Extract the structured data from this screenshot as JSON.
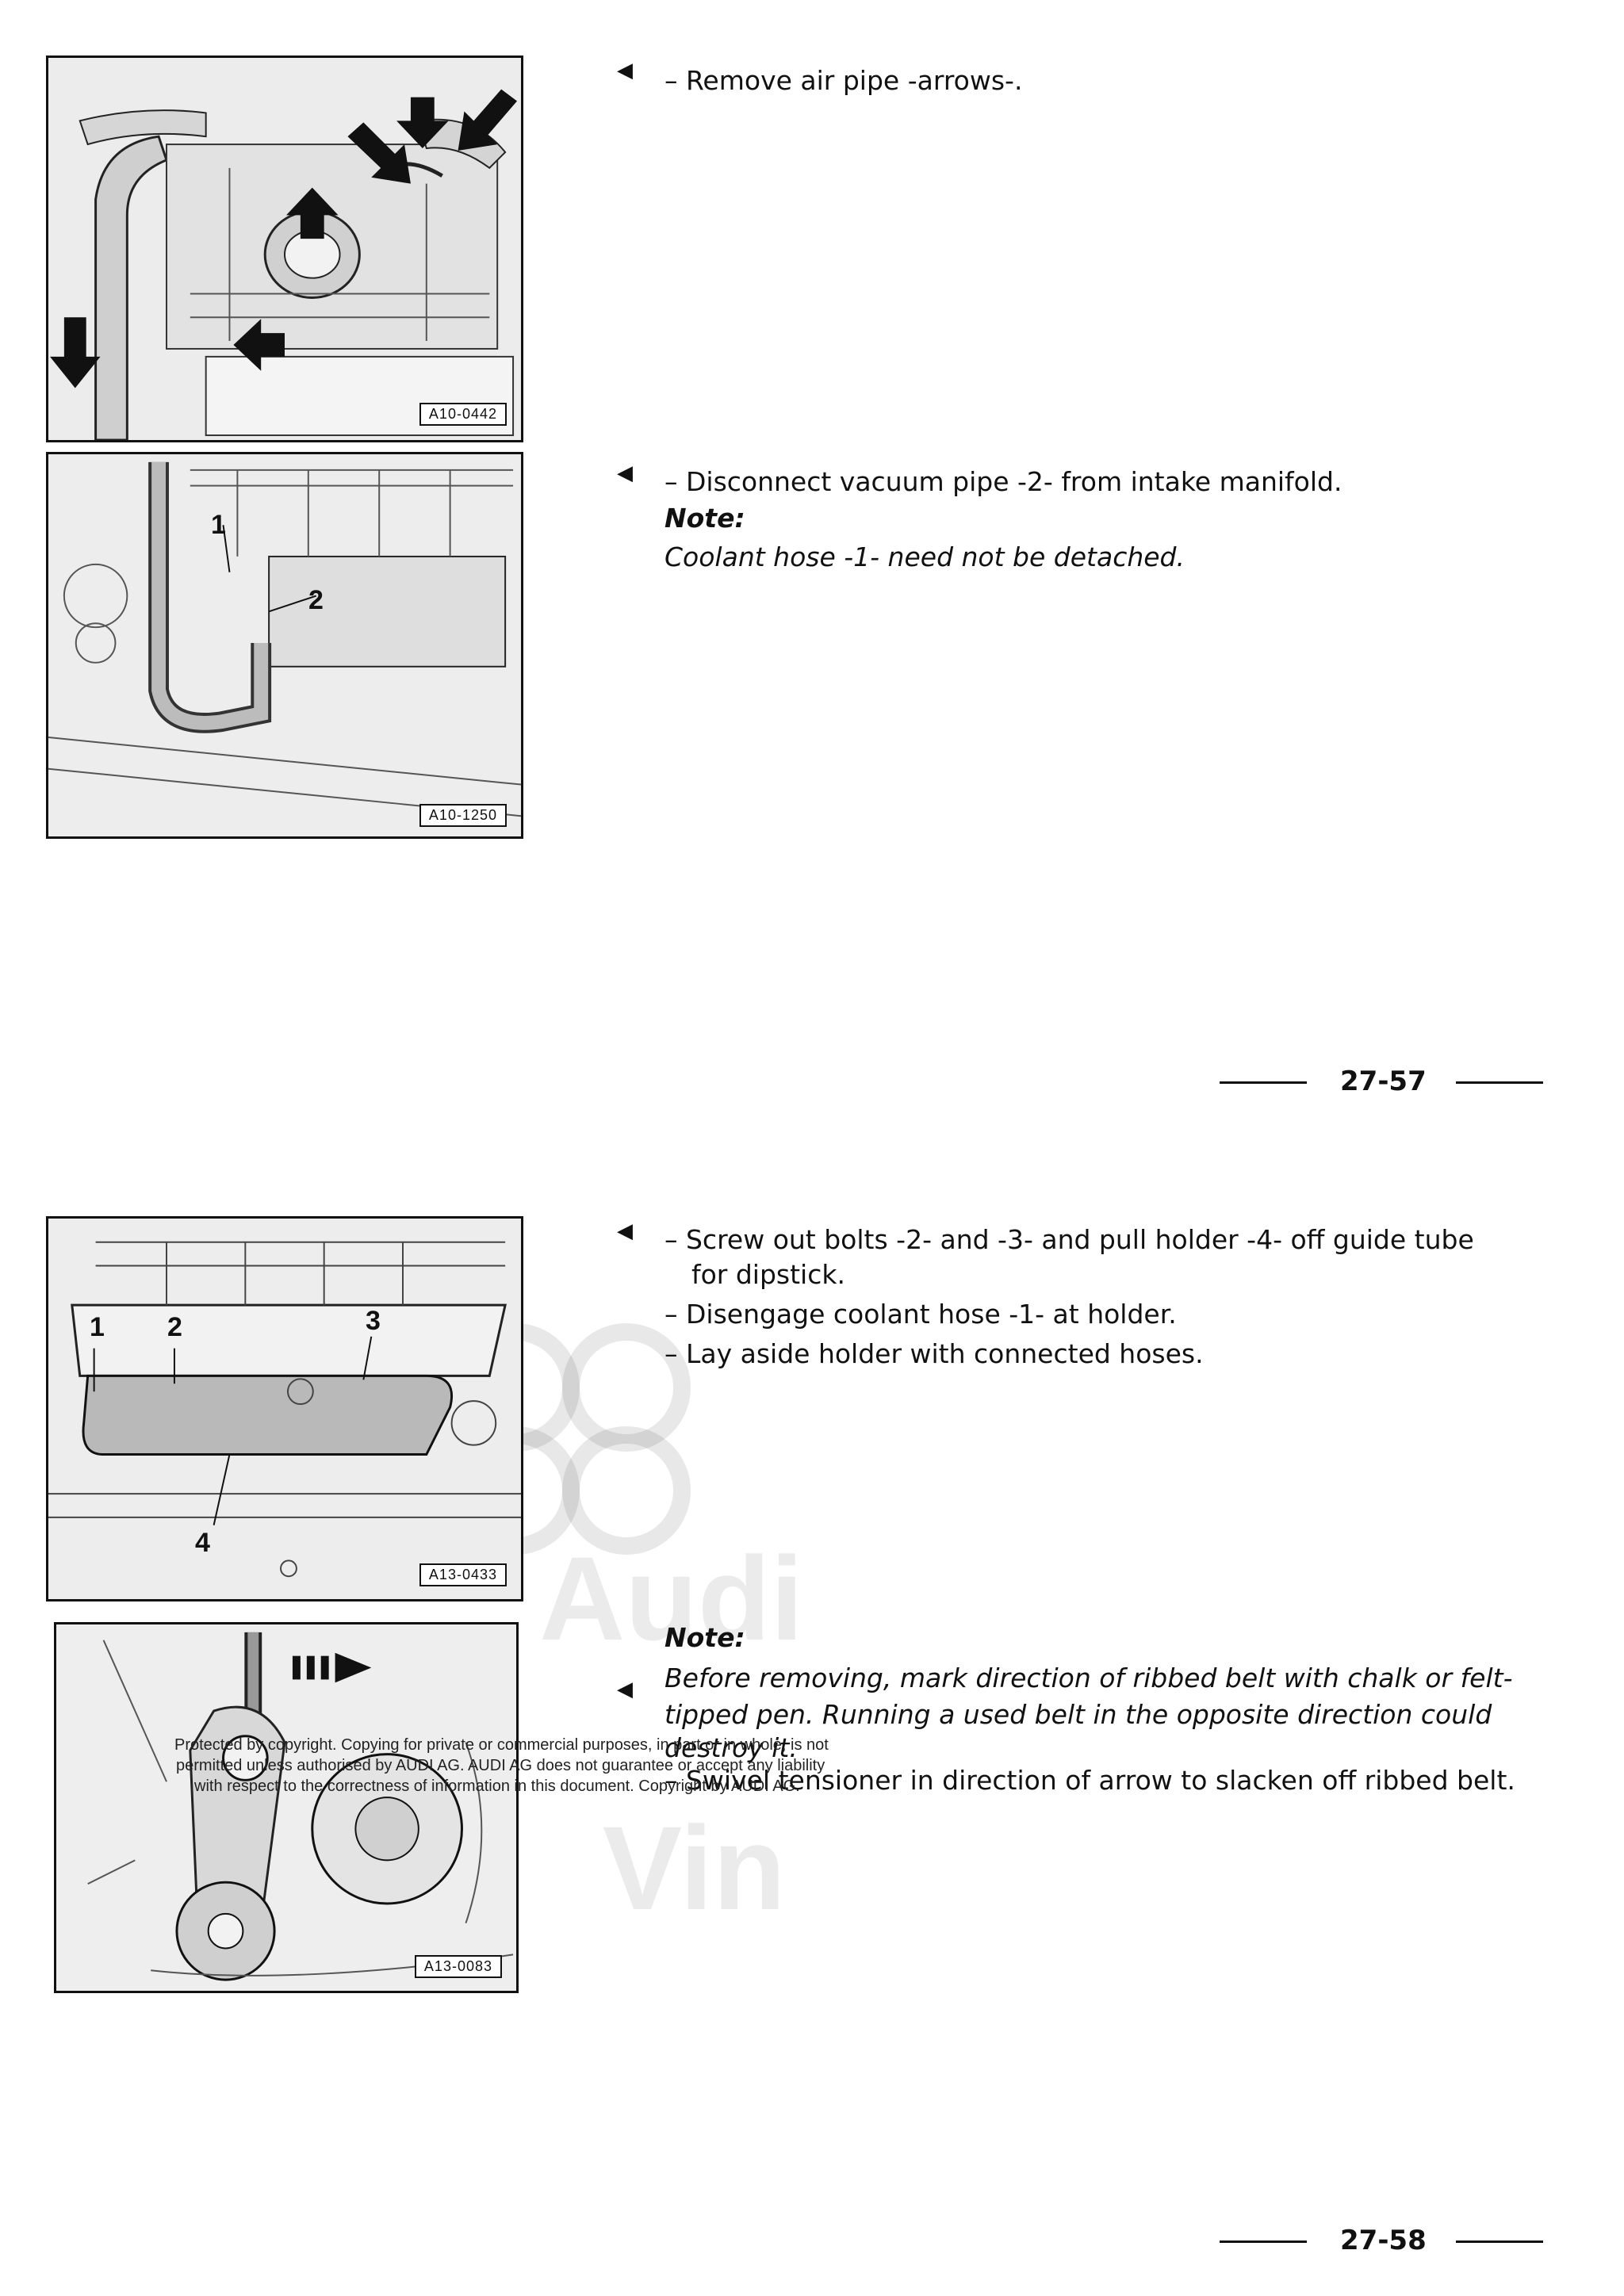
{
  "page1": {
    "figure1": {
      "code": "A10-0442"
    },
    "step1": {
      "text": "– Remove air pipe -arrows-."
    },
    "figure2": {
      "code": "A10-1250",
      "label_1": "1",
      "label_2": "2"
    },
    "step2": {
      "text": "– Disconnect vacuum pipe -2- from intake manifold.",
      "note_heading": "Note:",
      "note_text": "Coolant hose -1- need not be detached."
    },
    "page_number": "27-57"
  },
  "page2": {
    "figure3": {
      "code": "A13-0433",
      "label_1": "1",
      "label_2": "2",
      "label_3": "3",
      "label_4": "4"
    },
    "step3": {
      "line1": "– Screw out bolts -2- and -3- and pull holder -4- off guide tube",
      "line1b": "for dipstick.",
      "line2": "– Disengage coolant hose -1- at holder.",
      "line3": "– Lay aside holder with connected hoses."
    },
    "figure4": {
      "code": "A13-0083"
    },
    "step4": {
      "note_heading": "Note:",
      "note_line1": "Before removing, mark direction of ribbed belt with chalk or felt-",
      "note_line2": "tipped pen. Running a used belt in the opposite direction could",
      "note_line3": "destroy it.",
      "text": "– Swivel tensioner in direction of arrow to slacken off ribbed belt."
    },
    "page_number": "27-58"
  },
  "legal": {
    "line1": "Protected by copyright. Copying for private or commercial purposes, in part or in whole, is not",
    "line2": "permitted unless authorised by AUDI AG. AUDI AG does not guarantee or accept any liability",
    "line3": "with respect to the correctness of information in this document. Copyright by AUDI AG."
  },
  "watermark": {
    "text1": "Audi",
    "text2": "Vin"
  }
}
